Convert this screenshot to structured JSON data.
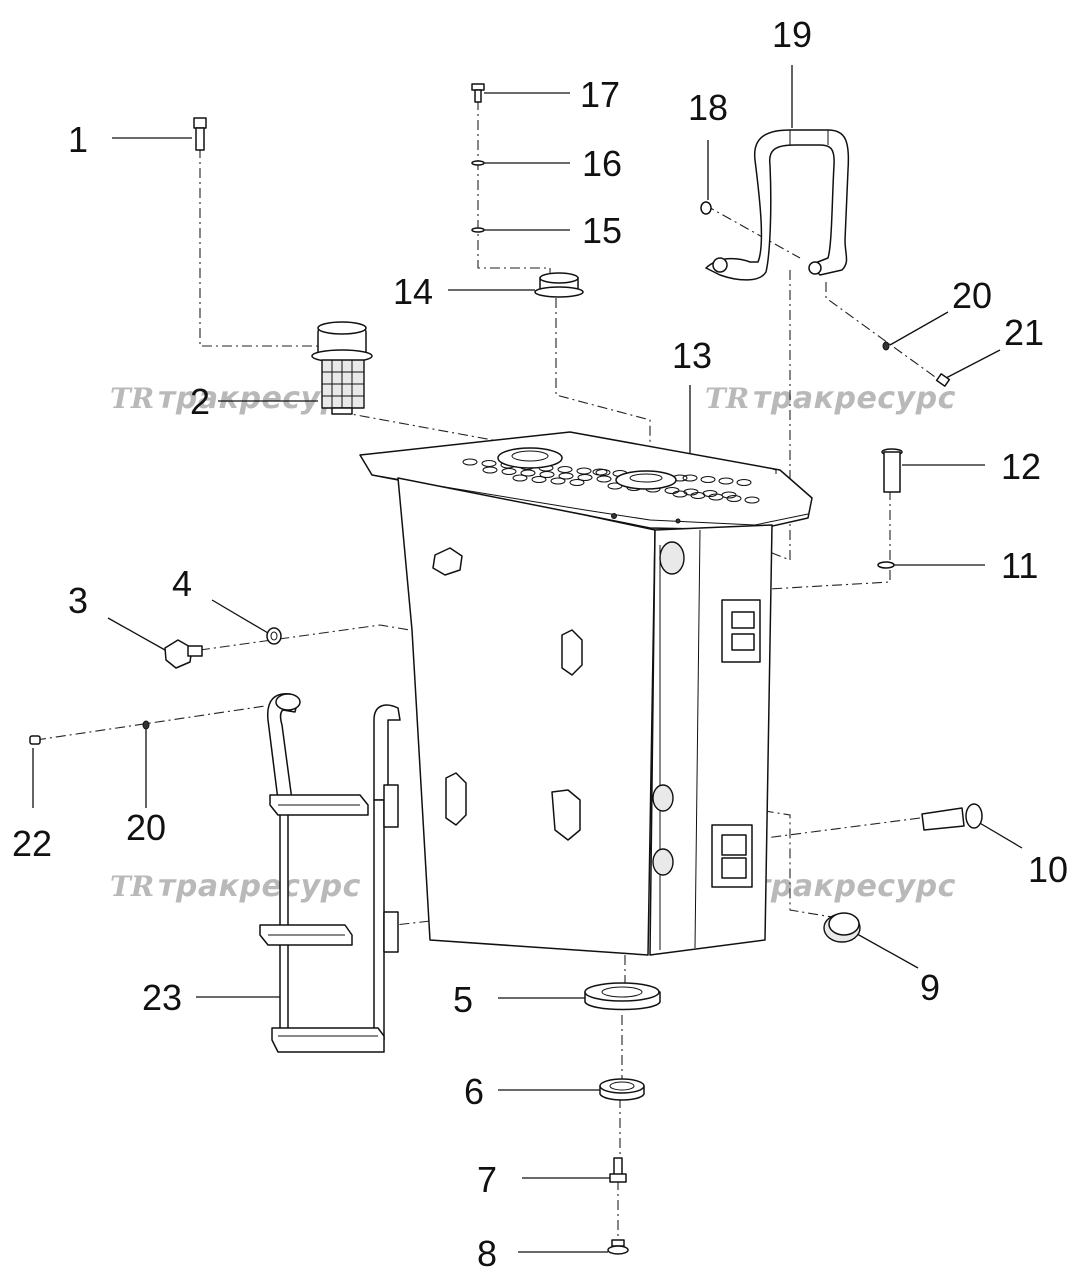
{
  "watermark": {
    "logo": "TR",
    "text": "тракресурс"
  },
  "labels": [
    "1",
    "2",
    "3",
    "4",
    "5",
    "6",
    "7",
    "8",
    "9",
    "10",
    "11",
    "12",
    "13",
    "14",
    "15",
    "16",
    "17",
    "18",
    "19",
    "20",
    "21",
    "22",
    "20",
    "23"
  ]
}
